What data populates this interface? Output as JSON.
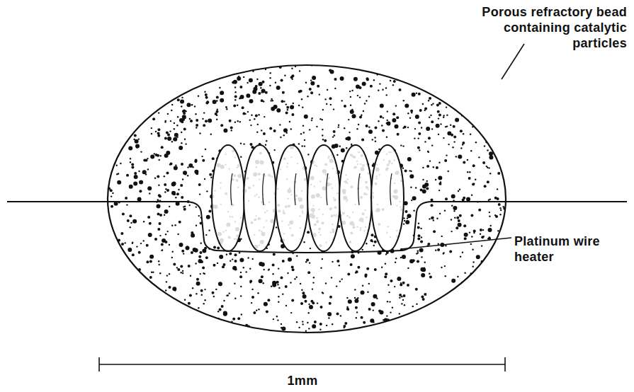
{
  "diagram": {
    "labels": [
      "Porous refractory bead containing catalytic particles",
      "Platinum wire heater",
      "1mm"
    ]
  }
}
